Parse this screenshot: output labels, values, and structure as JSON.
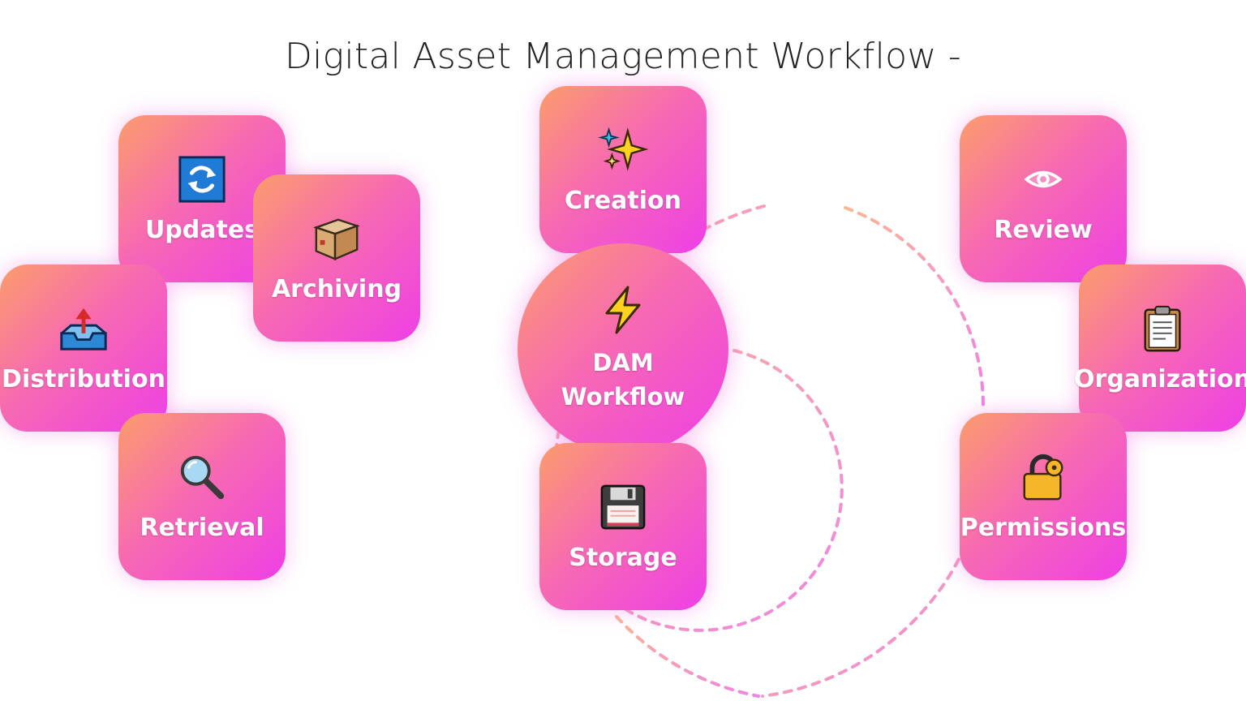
{
  "title": "Digital Asset Management Workflow -",
  "hub": {
    "line1": "DAM",
    "line2": "Workflow",
    "icon": "lightning-icon"
  },
  "nodes": {
    "creation": {
      "label": "Creation",
      "icon": "sparkles-icon"
    },
    "storage": {
      "label": "Storage",
      "icon": "floppy-disk-icon"
    },
    "updates": {
      "label": "Updates",
      "icon": "refresh-icon"
    },
    "archiving": {
      "label": "Archiving",
      "icon": "package-icon"
    },
    "distribution": {
      "label": "Distribution",
      "icon": "outbox-tray-icon"
    },
    "retrieval": {
      "label": "Retrieval",
      "icon": "magnifier-icon"
    },
    "review": {
      "label": "Review",
      "icon": "eye-icon"
    },
    "organization": {
      "label": "Organization",
      "icon": "clipboard-icon"
    },
    "permissions": {
      "label": "Permissions",
      "icon": "lock-icon"
    }
  },
  "colors": {
    "gradient_start": "#fb9d6c",
    "gradient_mid": "#f76ab2",
    "gradient_end": "#ee3fe6",
    "connector_pink": "#ee6ce0",
    "connector_orange": "#fbaa80"
  }
}
